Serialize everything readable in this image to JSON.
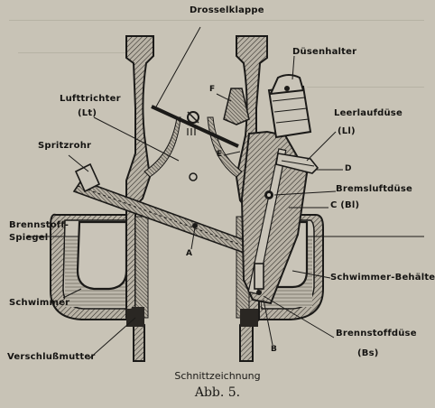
{
  "labels": {
    "drosselklappe": "Drosselklappe",
    "duesenhalter": "Düsenhalter",
    "lufttrichter": "Lufttrichter",
    "lufttrichter_abbr": "(Lt)",
    "leerlaufduese": "Leerlaufdüse",
    "leerlaufduese_abbr": "(Ll)",
    "spritzrohr": "Spritzrohr",
    "bremsluftduese": "Bremsluftdüse",
    "bremsluftduese_abbr": "C (Bl)",
    "brennstoff_spiegel_1": "Brennstoff-",
    "brennstoff_spiegel_2": "Spiegel",
    "schwimmer": "Schwimmer",
    "schwimmer_behaelter": "Schwimmer-Behälter",
    "brennstoffduese": "Brennstoffdüse",
    "brennstoffduese_abbr": "(Bs)",
    "verschlussmutter": "Verschlußmutter"
  },
  "letters": {
    "F": "F",
    "E": "E",
    "A": "A",
    "D": "D",
    "B": "B"
  },
  "caption": {
    "subtitle": "Schnittzeichnung",
    "figure": "Abb. 5."
  }
}
